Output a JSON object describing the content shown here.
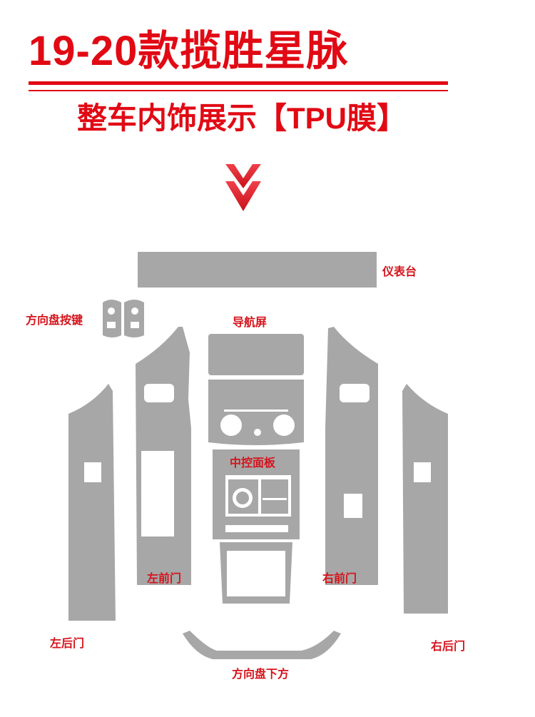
{
  "header": {
    "title": "19-20款揽胜星脉",
    "subtitle": "整车内饰展示【TPU膜】"
  },
  "icons": {
    "arrow": "chevron-down-double-icon"
  },
  "colors": {
    "accent": "#e10a14",
    "part_gray": "#a7a7a7"
  },
  "parts": {
    "dashboard": "仪表台",
    "steering_buttons": "方向盘按键",
    "navigation_screen": "导航屏",
    "center_panel": "中控面板",
    "left_front_door": "左前门",
    "right_front_door": "右前门",
    "left_rear_door": "左后门",
    "right_rear_door": "右后门",
    "steering_lower": "方向盘下方"
  }
}
